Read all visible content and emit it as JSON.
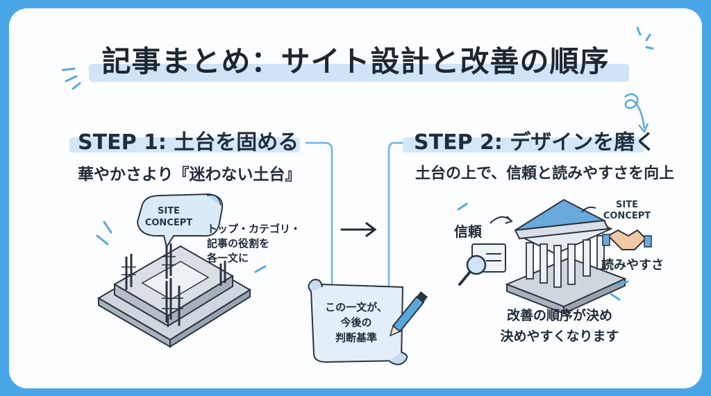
{
  "title": "記事まとめ：サイト設計と改善の順序",
  "step1": {
    "heading": "STEP 1: 土台を固める",
    "subtitle": "華やかさより『迷わない土台』",
    "bubble": [
      "SITE",
      "CONCEPT"
    ],
    "note": [
      "トップ・カテゴリ・",
      "記事の役割を",
      "各一文に"
    ]
  },
  "scroll": [
    "この一文が、",
    "今後の",
    "判断基準"
  ],
  "step2": {
    "heading": "STEP 2: デザインを磨く",
    "subtitle": "土台の上で、信頼と読みやすさを向上",
    "trust_label": "信頼",
    "concept_label": [
      "SITE",
      "CONCEPT"
    ],
    "readable_label": "読みやすさ",
    "conclusion": [
      "改善の順序が決め",
      "決めやすくなります"
    ]
  },
  "colors": {
    "frame": "#4aa6e6",
    "accent": "#5aa7dc",
    "highlight": "#d4e7f7"
  }
}
